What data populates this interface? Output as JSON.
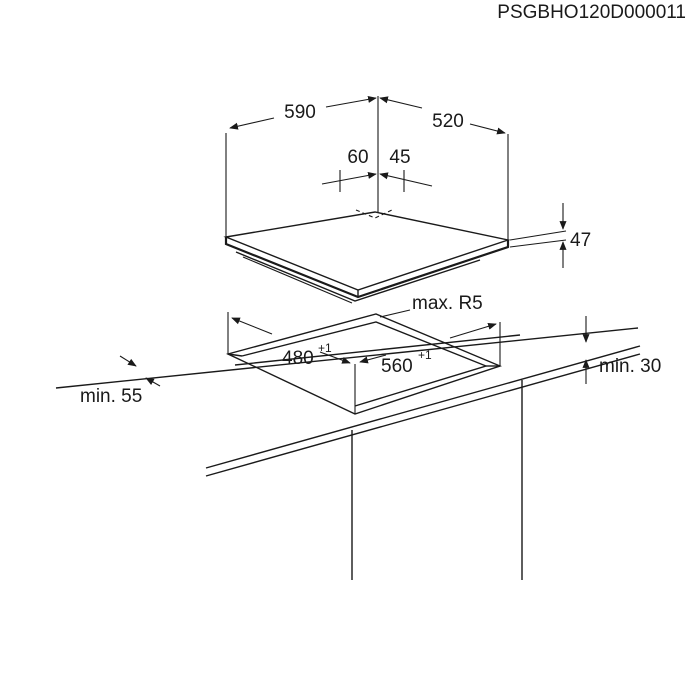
{
  "code": "PSGBHO120D000011",
  "dimensions": {
    "width": "590",
    "depth": "520",
    "left_offset": "60",
    "right_offset": "45",
    "height": "47",
    "corner_radius": "max. R5",
    "cutout_depth": "480",
    "cutout_depth_tol": "+1",
    "cutout_width": "560",
    "cutout_width_tol": "+1",
    "min_front": "min. 55",
    "min_top": "min. 30"
  },
  "colors": {
    "line": "#1a1a1a",
    "background": "#ffffff"
  }
}
